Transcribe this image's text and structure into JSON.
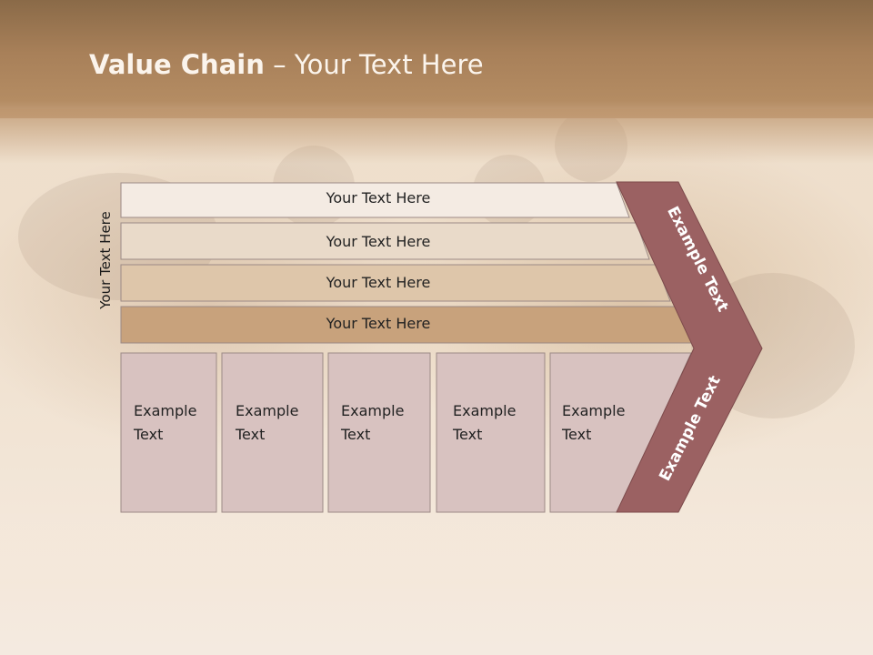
{
  "title": {
    "bold": "Value Chain",
    "rest": " – Your Text Here"
  },
  "side_label": "Your Text Here",
  "bands": [
    {
      "label": "Your Text Here",
      "color": "#f4ebe3"
    },
    {
      "label": "Your Text Here",
      "color": "#e9dac9"
    },
    {
      "label": "Your Text Here",
      "color": "#dec6aa"
    },
    {
      "label": "Your Text Here",
      "color": "#c8a27c"
    }
  ],
  "boxes": [
    {
      "line1": "Example",
      "line2": "Text"
    },
    {
      "line1": "Example",
      "line2": "Text"
    },
    {
      "line1": "Example",
      "line2": "Text"
    },
    {
      "line1": "Example",
      "line2": "Text"
    },
    {
      "line1": "Example",
      "line2": "Text"
    }
  ],
  "chevron": {
    "upper_label": "Example Text",
    "lower_label": "Example Text",
    "color": "#9b6162"
  },
  "colors": {
    "box": "#d8c2c0",
    "box_border": "#9c8a86",
    "header": "#a88059"
  }
}
